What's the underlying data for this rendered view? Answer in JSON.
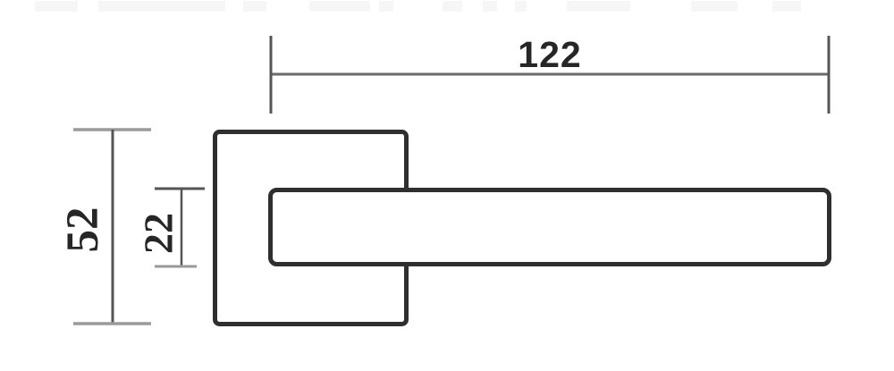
{
  "dimensions": {
    "handle_length": {
      "label": "122",
      "orientation": "horizontal"
    },
    "rosette_height": {
      "label": "52",
      "orientation": "vertical"
    },
    "lever_profile_height": {
      "label": "22",
      "orientation": "vertical"
    }
  },
  "colors": {
    "background": "#ffffff",
    "outline": "#2f2f2f",
    "part_fill": "#ffffff",
    "dimension_line": "#6a6a6a",
    "tick_dark": "#555555",
    "tick_light": "#9a9a9a",
    "label_text": "#262626"
  }
}
